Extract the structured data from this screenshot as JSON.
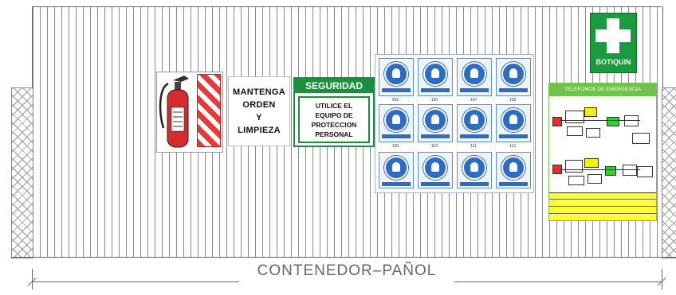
{
  "title": "CONTENEDOR–PAÑOL",
  "mantenga": {
    "line1": "MANTENGA",
    "line2": "ORDEN",
    "line3": "Y",
    "line4": "LIMPIEZA"
  },
  "seguridad": {
    "header": "SEGURIDAD",
    "line1": "UTILICE EL",
    "line2": "EQUIPO DE",
    "line3": "PROTECCION",
    "line4": "PERSONAL"
  },
  "botiquin": {
    "label": "BOTIQUIN"
  },
  "telefonos": {
    "header": "TELEFONOS DE EMERGENCIA"
  },
  "ppe_signs": [
    {
      "code": "902"
    },
    {
      "code": "100"
    },
    {
      "code": "107"
    },
    {
      "code": "108"
    },
    {
      "code": "100"
    },
    {
      "code": "110"
    },
    {
      "code": "111"
    },
    {
      "code": "112"
    },
    {
      "code": ""
    },
    {
      "code": ""
    },
    {
      "code": ""
    },
    {
      "code": ""
    }
  ],
  "colors": {
    "safety_green": "#1a8f3c",
    "ppe_blue": "#2d6cc4",
    "extinguisher_red": "#e53a3a",
    "footer_yellow": "#ffff33"
  }
}
